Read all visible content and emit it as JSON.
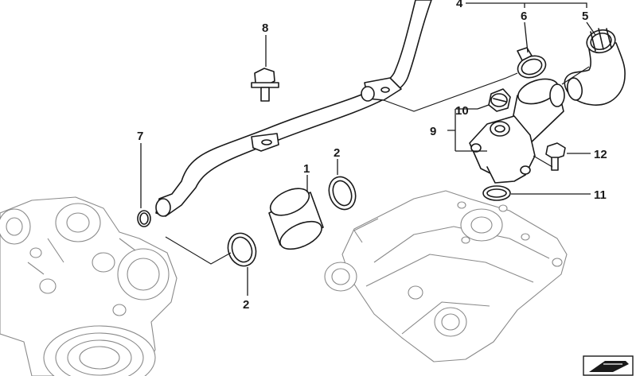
{
  "diagram": {
    "callouts": [
      {
        "id": "part-1",
        "label": "1"
      },
      {
        "id": "part-2-top",
        "label": "2"
      },
      {
        "id": "part-2-bottom",
        "label": "2"
      },
      {
        "id": "part-4",
        "label": "4"
      },
      {
        "id": "part-5",
        "label": "5"
      },
      {
        "id": "part-6",
        "label": "6"
      },
      {
        "id": "part-7",
        "label": "7"
      },
      {
        "id": "part-8",
        "label": "8"
      },
      {
        "id": "part-9",
        "label": "9"
      },
      {
        "id": "part-10",
        "label": "10"
      },
      {
        "id": "part-11",
        "label": "11"
      },
      {
        "id": "part-12",
        "label": "12"
      }
    ],
    "icons": {
      "corner": "parts-catalog-icon"
    }
  }
}
